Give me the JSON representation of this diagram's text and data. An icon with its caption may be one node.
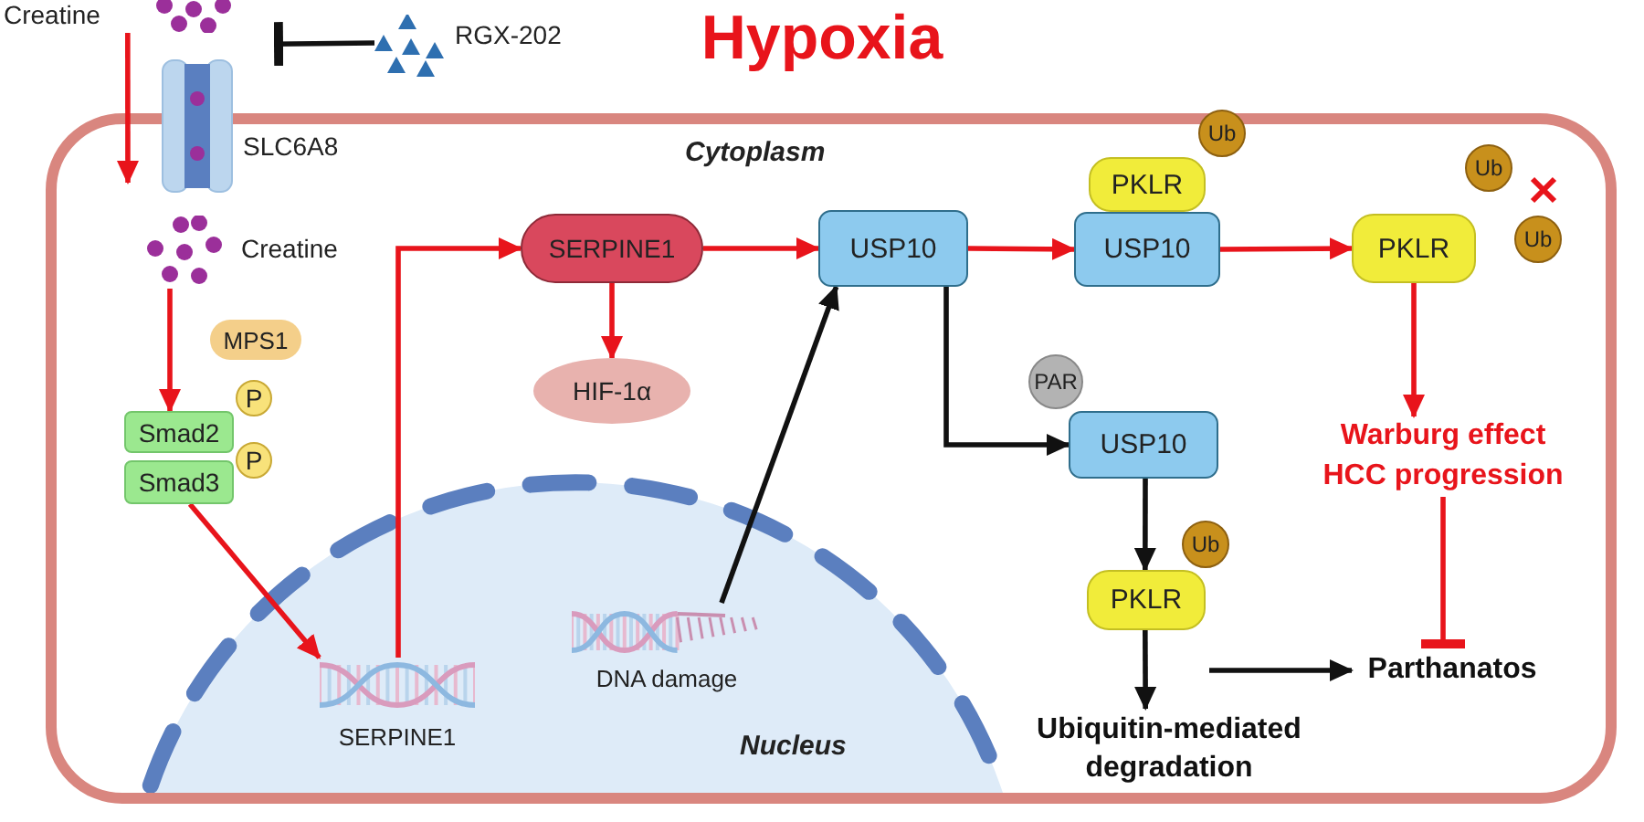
{
  "diagram": {
    "title": "Hypoxia",
    "nodes": [
      {
        "text": [
          "Creatine"
        ]
      },
      {
        "text": [
          "RGX-202"
        ]
      },
      {
        "text": [],
        "shape": "picture",
        "beside": [
          "SLC6A8"
        ]
      },
      {
        "text": [
          "Cytoplasm"
        ]
      },
      {
        "text": [
          "Creatine"
        ],
        "in": 3
      },
      {
        "text": [
          "MPS1"
        ],
        "in": 3
      },
      {
        "text": [
          "Smad2"
        ],
        "in": 3
      },
      {
        "text": [
          "P"
        ],
        "in": 3
      },
      {
        "text": [
          "Smad3"
        ],
        "in": 3
      },
      {
        "text": [
          "P"
        ],
        "in": 3
      },
      {
        "text": [
          "SERPINE1"
        ],
        "in": 3
      },
      {
        "text": [
          "HIF-1α"
        ],
        "in": 3
      },
      {
        "text": [
          "Nucleus"
        ],
        "in": 3
      },
      {
        "text": [
          "SERPINE1"
        ],
        "in": 12
      },
      {
        "text": [
          "DNA damage"
        ],
        "in": 12
      },
      {
        "text": [
          "USP10"
        ],
        "in": 3
      },
      {
        "text": [
          "PKLR"
        ],
        "in": 3
      },
      {
        "text": [
          "Ub"
        ],
        "in": 3
      },
      {
        "text": [
          "USP10"
        ],
        "in": 3
      },
      {
        "text": [
          "PKLR"
        ],
        "in": 3
      },
      {
        "text": [
          "Ub"
        ],
        "in": 3
      },
      {
        "text": [
          "Ub"
        ],
        "in": 3
      },
      {
        "text": [
          "Warburg effect HCC progression"
        ],
        "in": 3
      },
      {
        "text": [
          "PAR"
        ],
        "in": 3
      },
      {
        "text": [
          "USP10"
        ],
        "in": 3
      },
      {
        "text": [
          "Ub"
        ],
        "in": 3
      },
      {
        "text": [
          "PKLR"
        ],
        "in": 3
      },
      {
        "text": [
          "Ubiquitin-mediated degradation"
        ],
        "in": 3
      },
      {
        "text": [
          "Parthanatos"
        ],
        "in": 3
      }
    ],
    "edges": [
      {
        "from": 1,
        "to": 2,
        "arrow": "other",
        "color": "#111111"
      },
      {
        "from": 0,
        "to": 4,
        "arrow": "to"
      },
      {
        "from": 4,
        "to": 6,
        "arrow": "to"
      },
      {
        "from": 8,
        "to": 13,
        "arrow": "to"
      },
      {
        "from": 13,
        "to": 10,
        "arrow": "to"
      },
      {
        "from": 10,
        "to": 11,
        "arrow": "to"
      },
      {
        "from": 10,
        "to": 15,
        "arrow": "to"
      },
      {
        "from": 14,
        "to": 15,
        "arrow": "to",
        "color": "#111111"
      },
      {
        "from": 15,
        "to": 18,
        "arrow": "to"
      },
      {
        "from": 18,
        "to": 19,
        "arrow": "to"
      },
      {
        "from": 19,
        "to": 22,
        "arrow": "to"
      },
      {
        "from": 22,
        "to": 28,
        "arrow": "other"
      },
      {
        "from": 15,
        "to": 24,
        "arrow": "to",
        "color": "#111111"
      },
      {
        "from": 24,
        "to": 26,
        "arrow": "to",
        "color": "#111111"
      },
      {
        "from": 26,
        "to": 27,
        "arrow": "to",
        "color": "#111111"
      },
      {
        "from": null,
        "to": 28,
        "arrow": "to",
        "color": "#111111"
      }
    ]
  }
}
